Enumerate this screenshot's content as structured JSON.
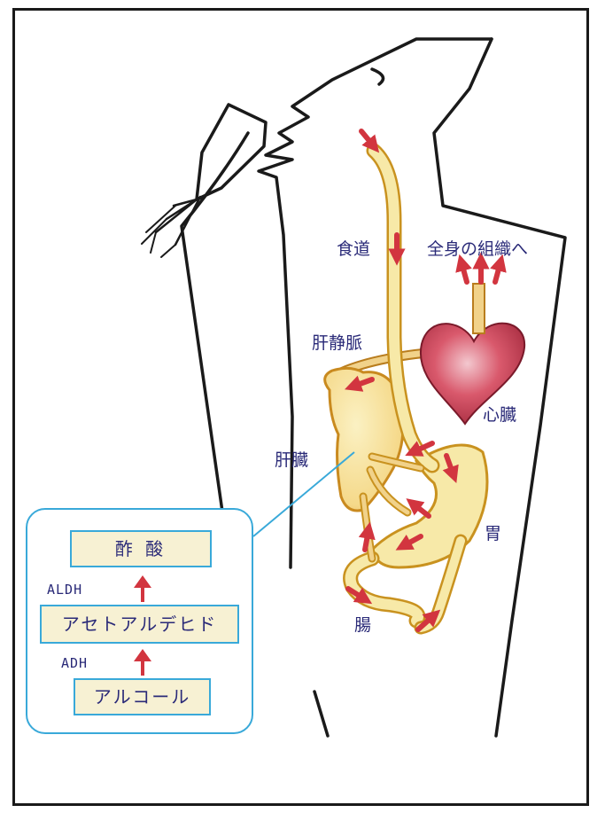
{
  "labels": {
    "esophagus": "食道",
    "to_tissues": "全身の組織へ",
    "hepatic_vein": "肝静脈",
    "liver": "肝臓",
    "heart": "心臓",
    "stomach": "胃",
    "intestine": "腸"
  },
  "pathway": {
    "acetic_acid": "酢 酸",
    "aldh": "ALDH",
    "acetaldehyde": "アセトアルデヒド",
    "adh": "ADH",
    "alcohol": "アルコール"
  },
  "colors": {
    "label_text": "#2a2a78",
    "arrow": "#d2353f",
    "organ_fill": "#f7e9a8",
    "organ_outline": "#c9921f",
    "heart": "#c23a4e",
    "inset_border": "#39a9d9",
    "box_fill": "#f7f1d3"
  }
}
